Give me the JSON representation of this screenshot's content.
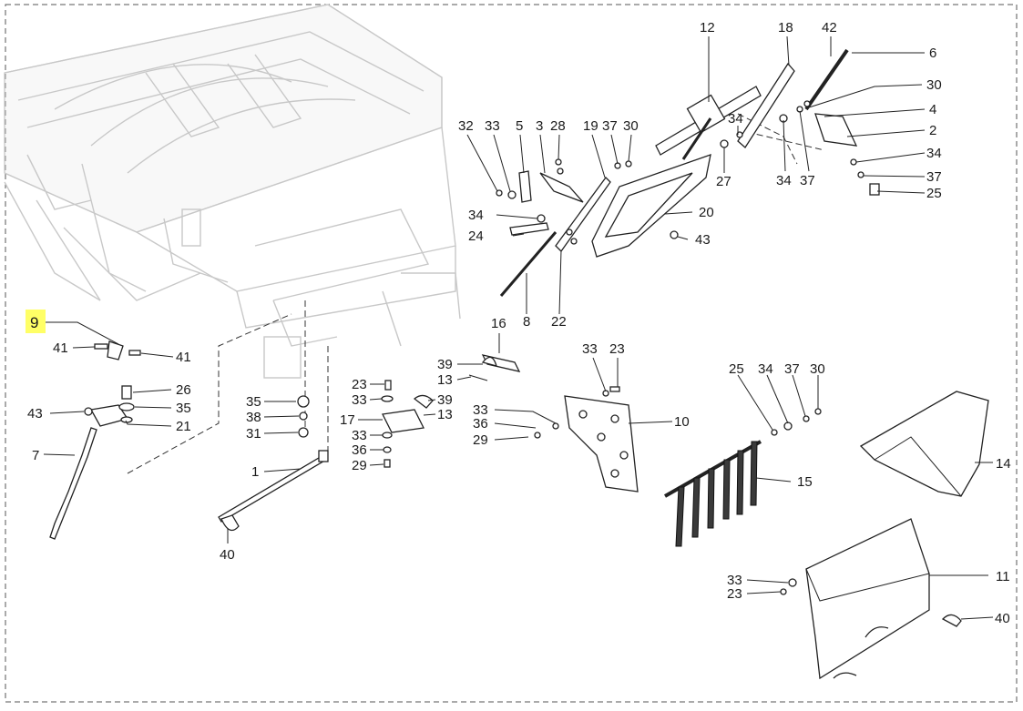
{
  "highlight_color": "#ffff66",
  "labels": [
    {
      "id": "lbl-9",
      "text": "9"
    },
    {
      "id": "lbl-41a",
      "text": "41"
    },
    {
      "id": "lbl-41b",
      "text": "41"
    },
    {
      "id": "lbl-43a",
      "text": "43"
    },
    {
      "id": "lbl-26",
      "text": "26"
    },
    {
      "id": "lbl-35a",
      "text": "35"
    },
    {
      "id": "lbl-21",
      "text": "21"
    },
    {
      "id": "lbl-7",
      "text": "7"
    },
    {
      "id": "lbl-35b",
      "text": "35"
    },
    {
      "id": "lbl-38",
      "text": "38"
    },
    {
      "id": "lbl-31",
      "text": "31"
    },
    {
      "id": "lbl-1",
      "text": "1"
    },
    {
      "id": "lbl-40a",
      "text": "40"
    },
    {
      "id": "lbl-23a",
      "text": "23"
    },
    {
      "id": "lbl-33a",
      "text": "33"
    },
    {
      "id": "lbl-17",
      "text": "17"
    },
    {
      "id": "lbl-33b",
      "text": "33"
    },
    {
      "id": "lbl-36a",
      "text": "36"
    },
    {
      "id": "lbl-29a",
      "text": "29"
    },
    {
      "id": "lbl-39a",
      "text": "39"
    },
    {
      "id": "lbl-13a",
      "text": "13"
    },
    {
      "id": "lbl-16",
      "text": "16"
    },
    {
      "id": "lbl-39b",
      "text": "39"
    },
    {
      "id": "lbl-13b",
      "text": "13"
    },
    {
      "id": "lbl-33c",
      "text": "33"
    },
    {
      "id": "lbl-23b",
      "text": "23"
    },
    {
      "id": "lbl-33d",
      "text": "33"
    },
    {
      "id": "lbl-36b",
      "text": "36"
    },
    {
      "id": "lbl-29b",
      "text": "29"
    },
    {
      "id": "lbl-10",
      "text": "10"
    },
    {
      "id": "lbl-32",
      "text": "32"
    },
    {
      "id": "lbl-33e",
      "text": "33"
    },
    {
      "id": "lbl-5",
      "text": "5"
    },
    {
      "id": "lbl-3",
      "text": "3"
    },
    {
      "id": "lbl-28",
      "text": "28"
    },
    {
      "id": "lbl-19",
      "text": "19"
    },
    {
      "id": "lbl-37a",
      "text": "37"
    },
    {
      "id": "lbl-30a",
      "text": "30"
    },
    {
      "id": "lbl-34a",
      "text": "34"
    },
    {
      "id": "lbl-24",
      "text": "24"
    },
    {
      "id": "lbl-8",
      "text": "8"
    },
    {
      "id": "lbl-22",
      "text": "22"
    },
    {
      "id": "lbl-20",
      "text": "20"
    },
    {
      "id": "lbl-43b",
      "text": "43"
    },
    {
      "id": "lbl-12",
      "text": "12"
    },
    {
      "id": "lbl-18",
      "text": "18"
    },
    {
      "id": "lbl-42",
      "text": "42"
    },
    {
      "id": "lbl-6",
      "text": "6"
    },
    {
      "id": "lbl-30b",
      "text": "30"
    },
    {
      "id": "lbl-4",
      "text": "4"
    },
    {
      "id": "lbl-2",
      "text": "2"
    },
    {
      "id": "lbl-34b",
      "text": "34"
    },
    {
      "id": "lbl-37b",
      "text": "37"
    },
    {
      "id": "lbl-25a",
      "text": "25"
    },
    {
      "id": "lbl-34c",
      "text": "34"
    },
    {
      "id": "lbl-37c",
      "text": "37"
    },
    {
      "id": "lbl-27",
      "text": "27"
    },
    {
      "id": "lbl-25b",
      "text": "25"
    },
    {
      "id": "lbl-34d",
      "text": "34"
    },
    {
      "id": "lbl-37d",
      "text": "37"
    },
    {
      "id": "lbl-30c",
      "text": "30"
    },
    {
      "id": "lbl-15",
      "text": "15"
    },
    {
      "id": "lbl-14",
      "text": "14"
    },
    {
      "id": "lbl-11",
      "text": "11"
    },
    {
      "id": "lbl-33f",
      "text": "33"
    },
    {
      "id": "lbl-23c",
      "text": "23"
    },
    {
      "id": "lbl-40b",
      "text": "40"
    }
  ]
}
